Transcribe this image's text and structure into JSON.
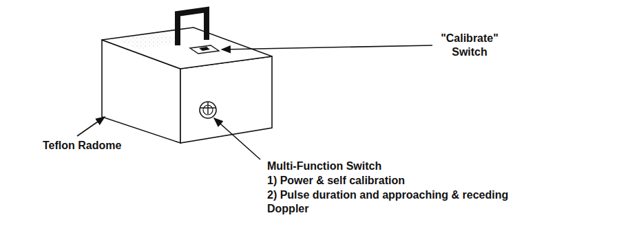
{
  "diagram": {
    "labels": [
      "\"Calibrate\" Switch",
      "Teflon Radome",
      "Multi-Function Switch",
      "1) Power & self calibration",
      "2) Pulse duration and approaching & receding Doppler"
    ]
  }
}
